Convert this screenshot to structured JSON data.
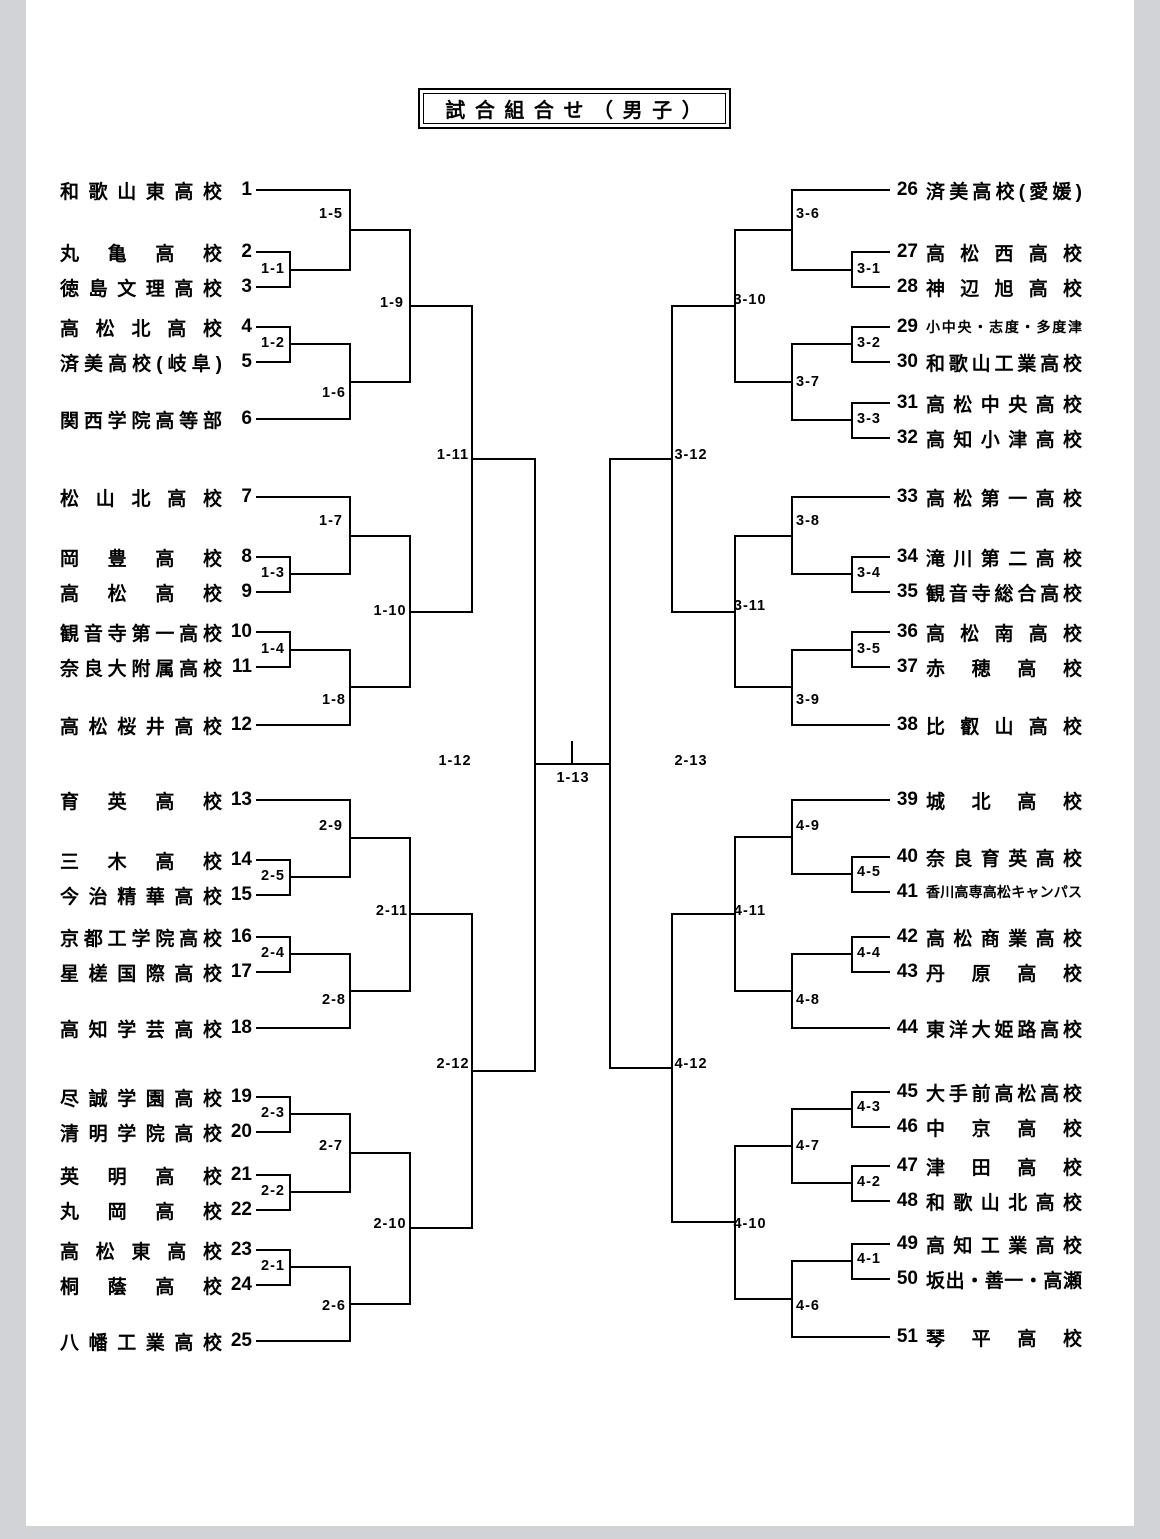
{
  "title": "試 合 組 合 せ （ 男 子 ）",
  "teams_left": [
    {
      "no": "1",
      "name": "和歌山東高校"
    },
    {
      "no": "2",
      "name": "丸亀高校"
    },
    {
      "no": "3",
      "name": "徳島文理高校"
    },
    {
      "no": "4",
      "name": "高松北高校"
    },
    {
      "no": "5",
      "name": "済美高校(岐阜)"
    },
    {
      "no": "6",
      "name": "関西学院高等部"
    },
    {
      "no": "7",
      "name": "松山北高校"
    },
    {
      "no": "8",
      "name": "岡豊高校"
    },
    {
      "no": "9",
      "name": "高松高校"
    },
    {
      "no": "10",
      "name": "観音寺第一高校"
    },
    {
      "no": "11",
      "name": "奈良大附属高校"
    },
    {
      "no": "12",
      "name": "高松桜井高校"
    },
    {
      "no": "13",
      "name": "育英高校"
    },
    {
      "no": "14",
      "name": "三木高校"
    },
    {
      "no": "15",
      "name": "今治精華高校"
    },
    {
      "no": "16",
      "name": "京都工学院高校"
    },
    {
      "no": "17",
      "name": "星槎国際高校"
    },
    {
      "no": "18",
      "name": "高知学芸高校"
    },
    {
      "no": "19",
      "name": "尽誠学園高校"
    },
    {
      "no": "20",
      "name": "清明学院高校"
    },
    {
      "no": "21",
      "name": "英明高校"
    },
    {
      "no": "22",
      "name": "丸岡高校"
    },
    {
      "no": "23",
      "name": "高松東高校"
    },
    {
      "no": "24",
      "name": "桐蔭高校"
    },
    {
      "no": "25",
      "name": "八幡工業高校"
    }
  ],
  "teams_right": [
    {
      "no": "26",
      "name": "済美高校(愛媛)"
    },
    {
      "no": "27",
      "name": "高松西高校"
    },
    {
      "no": "28",
      "name": "神辺旭高校"
    },
    {
      "no": "29",
      "name": "小中央・志度・多度津"
    },
    {
      "no": "30",
      "name": "和歌山工業高校"
    },
    {
      "no": "31",
      "name": "高松中央高校"
    },
    {
      "no": "32",
      "name": "高知小津高校"
    },
    {
      "no": "33",
      "name": "高松第一高校"
    },
    {
      "no": "34",
      "name": "滝川第二高校"
    },
    {
      "no": "35",
      "name": "観音寺総合高校"
    },
    {
      "no": "36",
      "name": "高松南高校"
    },
    {
      "no": "37",
      "name": "赤穂高校"
    },
    {
      "no": "38",
      "name": "比叡山高校"
    },
    {
      "no": "39",
      "name": "城北高校"
    },
    {
      "no": "40",
      "name": "奈良育英高校"
    },
    {
      "no": "41",
      "name": "香川高専高松キャンパス"
    },
    {
      "no": "42",
      "name": "高松商業高校"
    },
    {
      "no": "43",
      "name": "丹原高校"
    },
    {
      "no": "44",
      "name": "東洋大姫路高校"
    },
    {
      "no": "45",
      "name": "大手前高松高校"
    },
    {
      "no": "46",
      "name": "中京高校"
    },
    {
      "no": "47",
      "name": "津田高校"
    },
    {
      "no": "48",
      "name": "和歌山北高校"
    },
    {
      "no": "49",
      "name": "高知工業高校"
    },
    {
      "no": "50",
      "name": "坂出・善一・高瀬"
    },
    {
      "no": "51",
      "name": "琴平高校"
    }
  ],
  "match_labels": {
    "1-1": "1-1",
    "1-2": "1-2",
    "1-3": "1-3",
    "1-4": "1-4",
    "1-5": "1-5",
    "1-6": "1-6",
    "1-7": "1-7",
    "1-8": "1-8",
    "1-9": "1-9",
    "1-10": "1-10",
    "1-11": "1-11",
    "1-12": "1-12",
    "1-13": "1-13",
    "2-1": "2-1",
    "2-2": "2-2",
    "2-3": "2-3",
    "2-4": "2-4",
    "2-5": "2-5",
    "2-6": "2-6",
    "2-7": "2-7",
    "2-8": "2-8",
    "2-9": "2-9",
    "2-10": "2-10",
    "2-11": "2-11",
    "2-12": "2-12",
    "2-13": "2-13",
    "3-1": "3-1",
    "3-2": "3-2",
    "3-3": "3-3",
    "3-4": "3-4",
    "3-5": "3-5",
    "3-6": "3-6",
    "3-7": "3-7",
    "3-8": "3-8",
    "3-9": "3-9",
    "3-10": "3-10",
    "3-11": "3-11",
    "3-12": "3-12",
    "4-1": "4-1",
    "4-2": "4-2",
    "4-3": "4-3",
    "4-4": "4-4",
    "4-5": "4-5",
    "4-6": "4-6",
    "4-7": "4-7",
    "4-8": "4-8",
    "4-9": "4-9",
    "4-10": "4-10",
    "4-11": "4-11",
    "4-12": "4-12"
  }
}
